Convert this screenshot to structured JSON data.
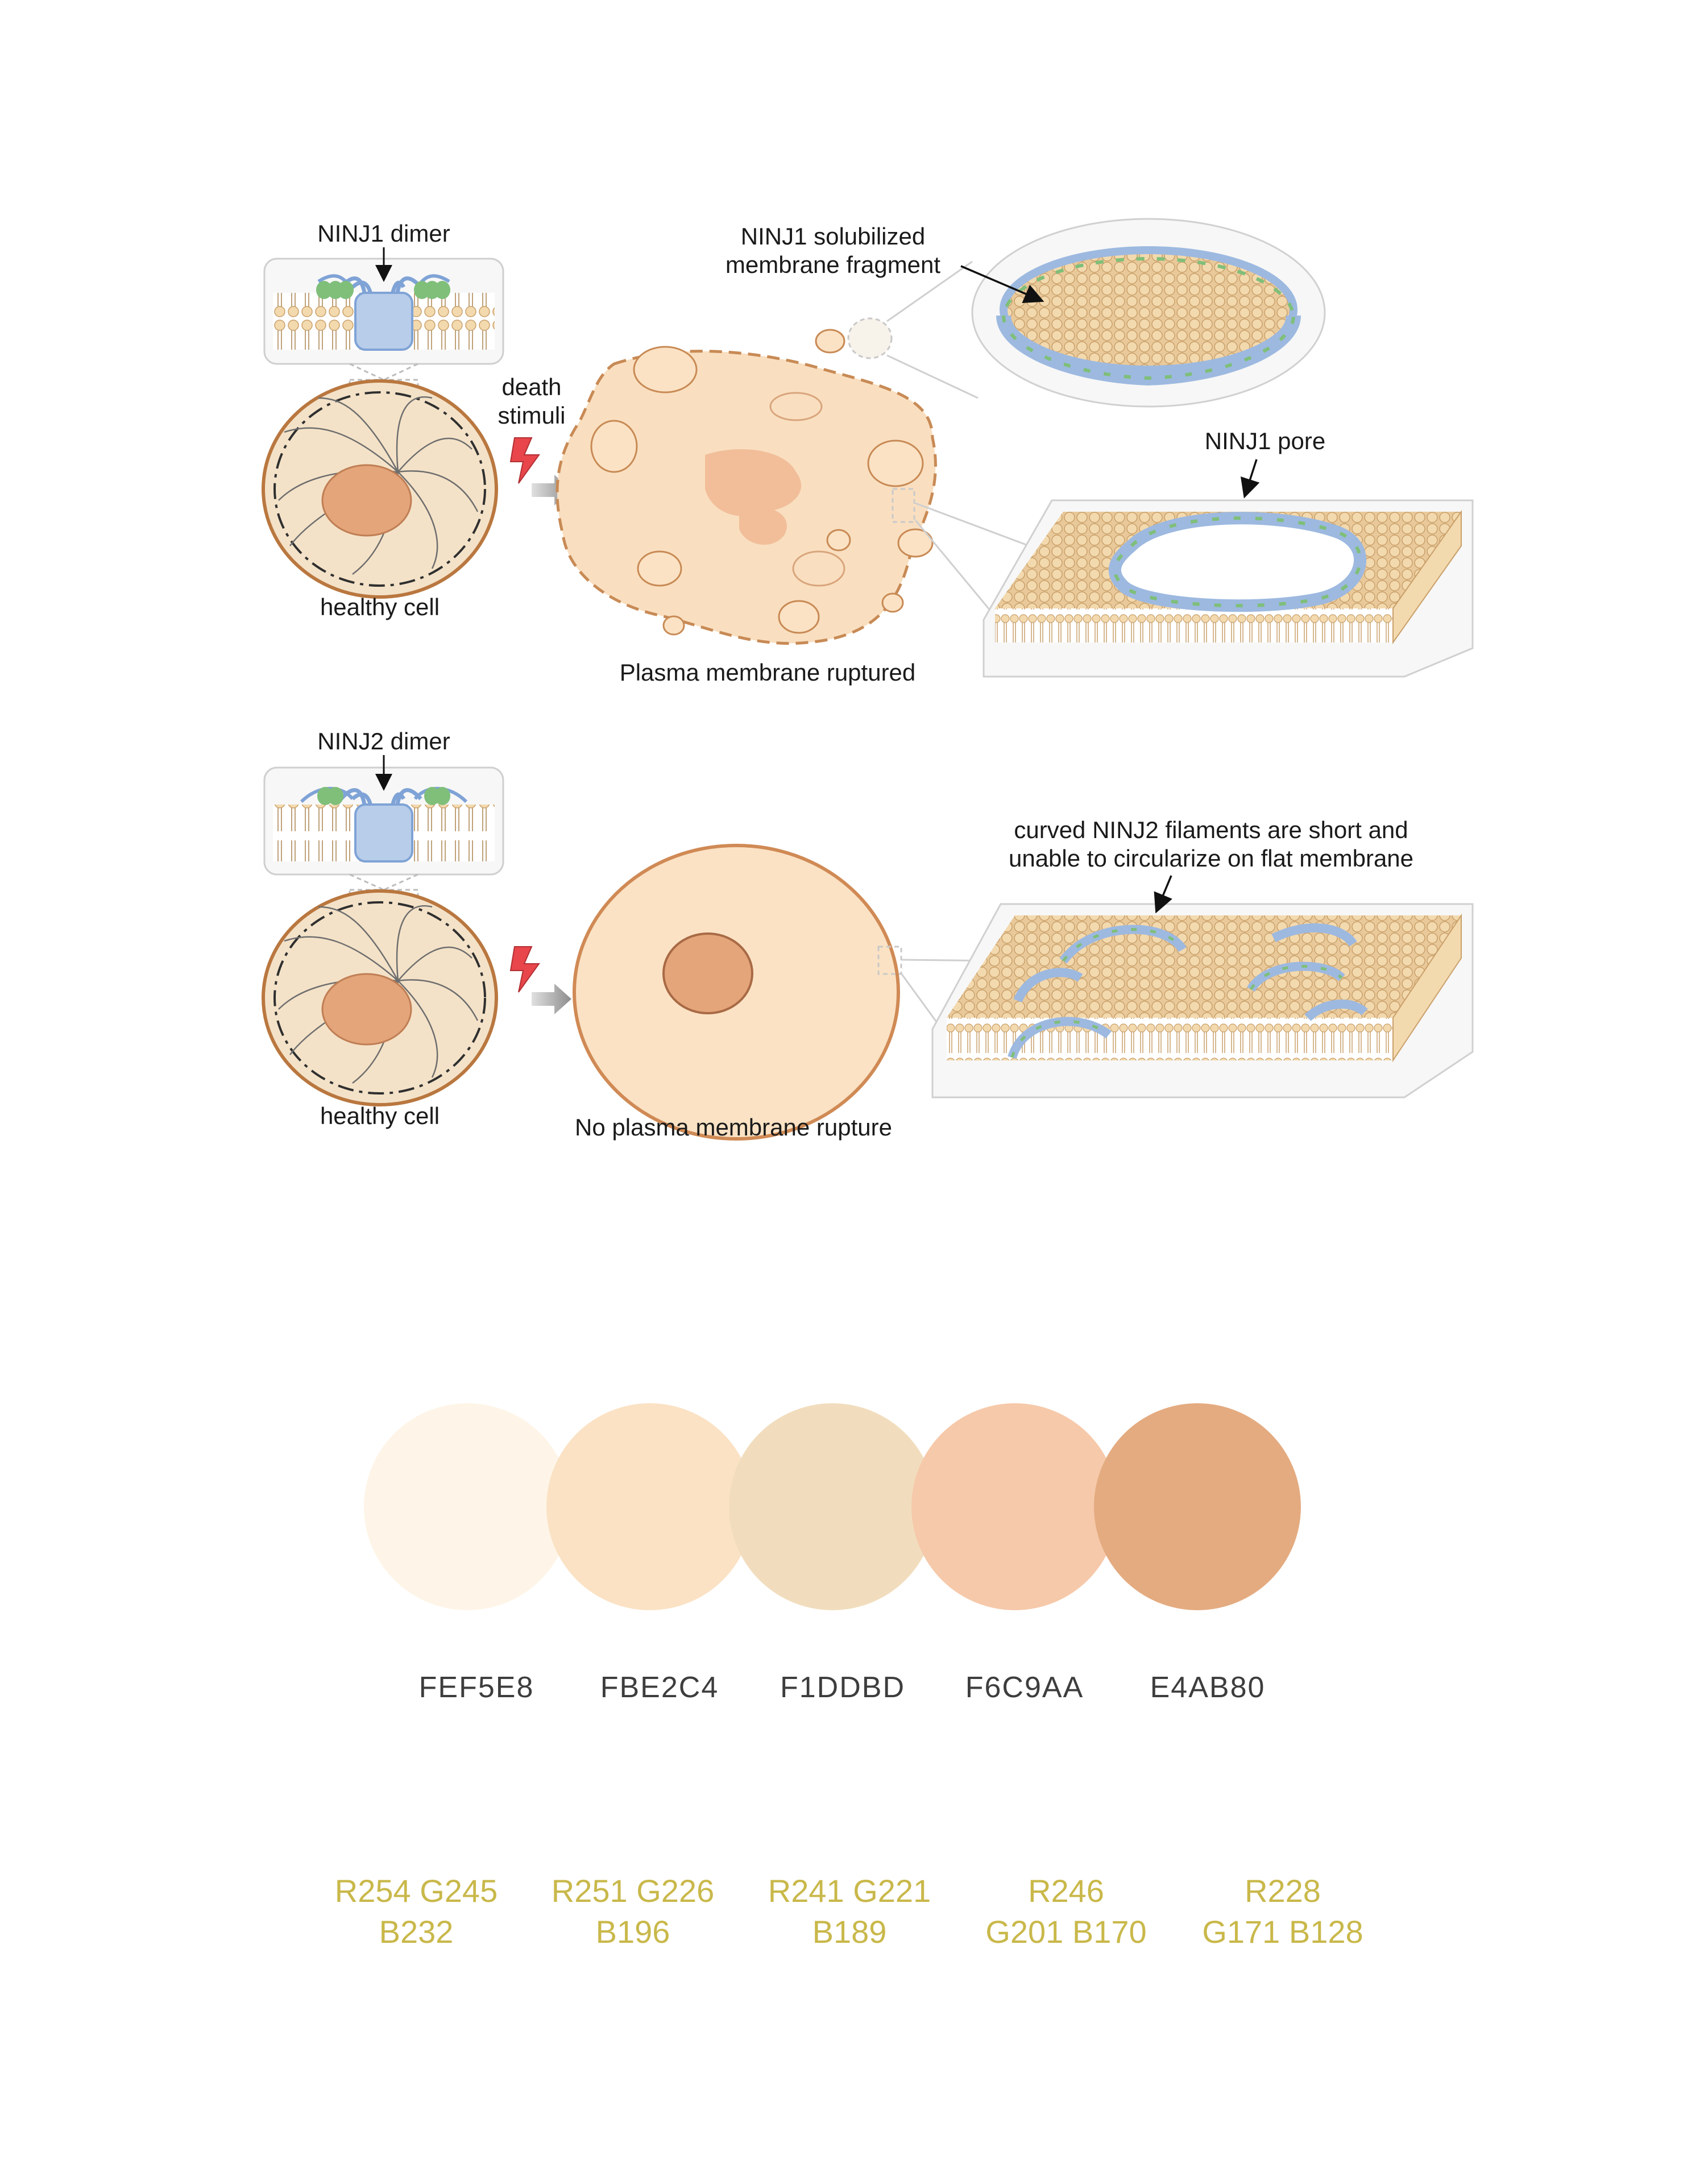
{
  "figure": {
    "row1": {
      "dimer_label": "NINJ1 dimer",
      "cell_label": "healthy cell",
      "stimulus_label_line1": "death",
      "stimulus_label_line2": "stimuli",
      "fragment_label_line1": "NINJ1 solubilized",
      "fragment_label_line2": "membrane fragment",
      "pore_label": "NINJ1 pore",
      "outcome_label": "Plasma membrane ruptured"
    },
    "row2": {
      "dimer_label": "NINJ2 dimer",
      "cell_label": "healthy cell",
      "filament_label_line1": "curved NINJ2 filaments are short and",
      "filament_label_line2": "unable to circularize on flat membrane",
      "outcome_label": "No plasma membrane rupture"
    }
  },
  "palette": [
    {
      "hex": "FEF5E8",
      "rgb_line1": "R254 G245",
      "rgb_line2": "B232",
      "color": "#FEF5E8"
    },
    {
      "hex": "FBE2C4",
      "rgb_line1": "R251 G226",
      "rgb_line2": "B196",
      "color": "#FBE2C4"
    },
    {
      "hex": "F1DDBD",
      "rgb_line1": "R241 G221",
      "rgb_line2": "B189",
      "color": "#F1DDBD"
    },
    {
      "hex": "F6C9AA",
      "rgb_line1": "R246",
      "rgb_line2": "G201 B170",
      "color": "#F6C9AA"
    },
    {
      "hex": "E4AB80",
      "rgb_line1": "R228",
      "rgb_line2": "G171 B128",
      "color": "#E4AB80"
    }
  ],
  "colors": {
    "cell_fill": "#F5DEBE",
    "cell_outline": "#B9773F",
    "nucleus": "#E4A57A",
    "lipid_head": "#F3D9AE",
    "ninj_protein": "#9DB9E0",
    "ninj_helix": "#7FBF7A",
    "lightning": "#E8464B"
  }
}
